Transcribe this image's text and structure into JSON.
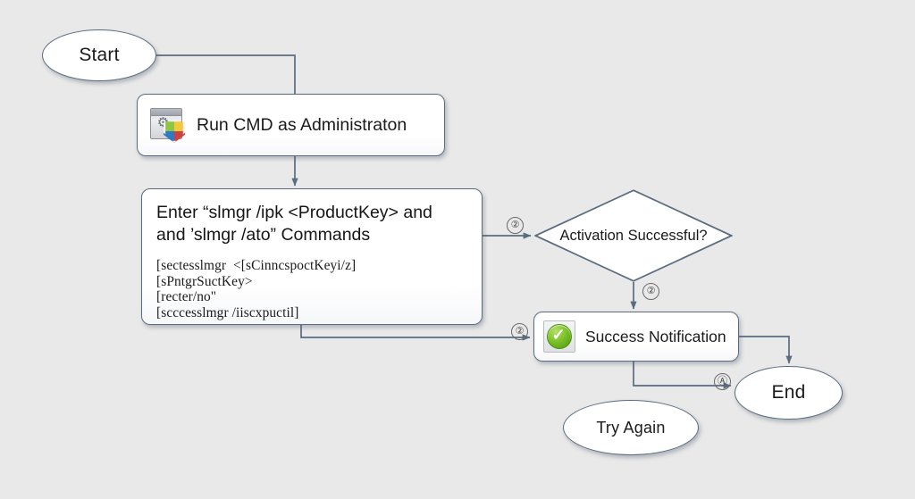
{
  "diagram": {
    "title": "Windows Activation via slmgr Flowchart",
    "background_color": "#e9e9e9",
    "line_color": "#5b6b80",
    "shape_border_color": "#5b6b80",
    "shape_fill_color": "#ffffff"
  },
  "nodes": {
    "start": {
      "label": "Start",
      "shape": "ellipse"
    },
    "run_cmd": {
      "label": "Run CMD as Administraton",
      "shape": "rounded-rectangle",
      "icon": "window-shield-icon"
    },
    "enter_commands": {
      "shape": "rounded-rectangle",
      "heading": "Enter “slmgr /ipk <ProductKey> and\nand ’slmgr /ato” Commands",
      "console_text": "[sectesslmgr  <[sCinncspoctKeyi/z]\n[sPntgrSuctKey>\n[recter/no\"\n[scccesslmgr /iiscxpuctil]"
    },
    "decision": {
      "label": "Activation Successful?",
      "shape": "diamond"
    },
    "success": {
      "label": "Success Notification",
      "shape": "rounded-rectangle",
      "icon": "green-check-circle-icon"
    },
    "end": {
      "label": "End",
      "shape": "ellipse"
    },
    "try_again": {
      "label": "Try Again",
      "shape": "ellipse"
    }
  },
  "markers": {
    "to_decision": "②",
    "decision_to_success": "②",
    "commands_to_success": "②",
    "to_end": "Ⓐ"
  }
}
